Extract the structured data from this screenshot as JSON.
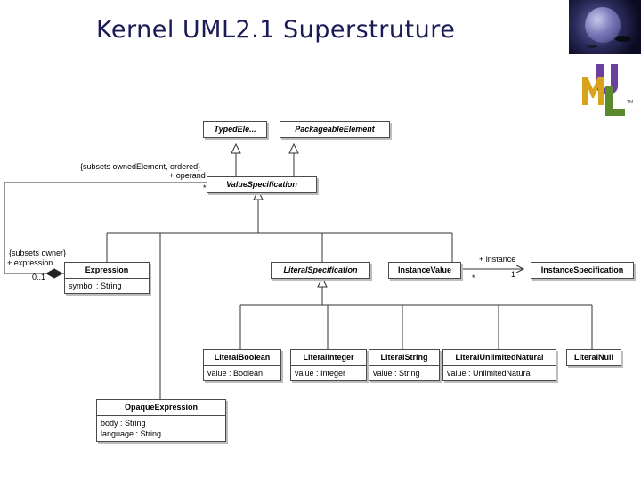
{
  "slide": {
    "title": "Kernel UML2.1 Superstruture"
  },
  "logo": {
    "letters": "UML",
    "tm": "TM"
  },
  "classes": {
    "typed_element": {
      "name": "TypedEle..."
    },
    "packageable_element": {
      "name": "PackageableElement"
    },
    "value_specification": {
      "name": "ValueSpecification"
    },
    "expression": {
      "name": "Expression",
      "attrs": [
        "symbol : String"
      ]
    },
    "literal_specification": {
      "name": "LiteralSpecification"
    },
    "instance_value": {
      "name": "InstanceValue"
    },
    "instance_specification": {
      "name": "InstanceSpecification"
    },
    "literal_boolean": {
      "name": "LiteralBoolean",
      "attrs": [
        "value : Boolean"
      ]
    },
    "literal_integer": {
      "name": "LiteralInteger",
      "attrs": [
        "value : Integer"
      ]
    },
    "literal_string": {
      "name": "LiteralString",
      "attrs": [
        "value : String"
      ]
    },
    "literal_unlimited_natural": {
      "name": "LiteralUnlimitedNatural",
      "attrs": [
        "value : UnlimitedNatural"
      ]
    },
    "literal_null": {
      "name": "LiteralNull"
    },
    "opaque_expression": {
      "name": "OpaqueExpression",
      "attrs": [
        "body : String",
        "language : String"
      ]
    }
  },
  "labels": {
    "subsets_owned_element": "{subsets ownedElement, ordered}",
    "operand_role": "+ operand",
    "operand_mult": "*",
    "subsets_owner": "{subsets owner}",
    "expression_role": "+ expression",
    "expression_mult": "0..1",
    "instance_role": "+ instance",
    "instance_value_mult": "*",
    "instance_mult": "1"
  }
}
